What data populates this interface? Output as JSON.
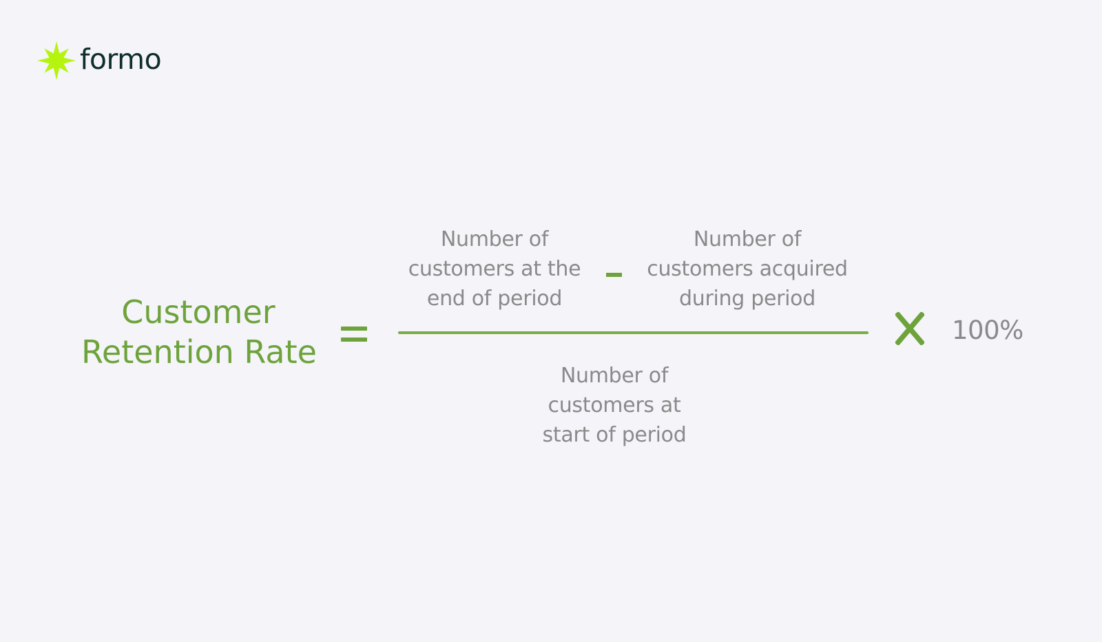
{
  "brand": {
    "name": "formo",
    "icon": "starburst-icon",
    "color": "#b4f40f",
    "text_color": "#0f2e2c"
  },
  "formula": {
    "lhs": [
      "Customer",
      "Retention Rate"
    ],
    "equals": "=",
    "numerator": {
      "term_a": [
        "Number of",
        "customers at the",
        "end of period"
      ],
      "operator": "-",
      "term_b": [
        "Number of",
        "customers acquired",
        "during period"
      ]
    },
    "denominator": [
      "Number of",
      "customers at",
      "start of period"
    ],
    "multiply": "X",
    "factor": "100%",
    "accent_color": "#6ea33b",
    "text_color": "#8a8a8a"
  }
}
